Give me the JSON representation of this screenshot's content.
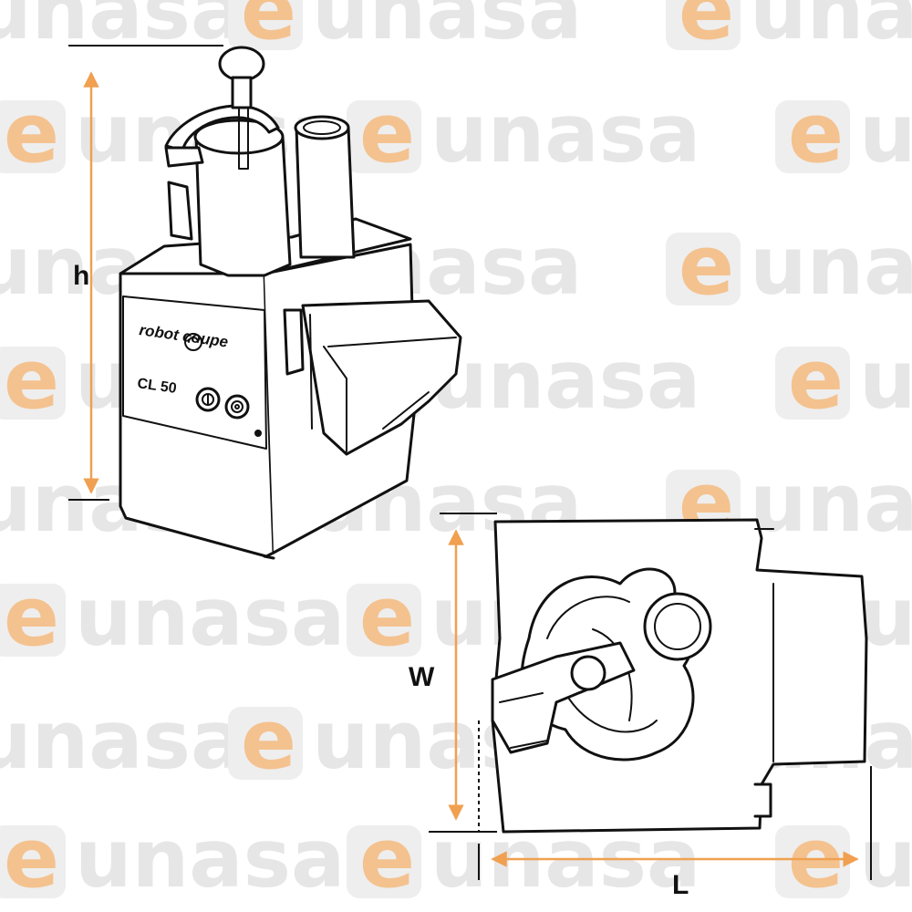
{
  "watermark": {
    "word": "unasa",
    "letter": "e",
    "text_color": "#e6e6e6",
    "letter_color": "#f4c28f"
  },
  "machine": {
    "brand": "robot coupe",
    "model": "CL 50"
  },
  "dimensions": {
    "height_label": "h",
    "width_label": "W",
    "length_label": "L",
    "arrow_color": "#f0a050"
  },
  "icons": [
    "power-on-button-icon",
    "power-off-button-icon",
    "brand-logo-icon"
  ]
}
